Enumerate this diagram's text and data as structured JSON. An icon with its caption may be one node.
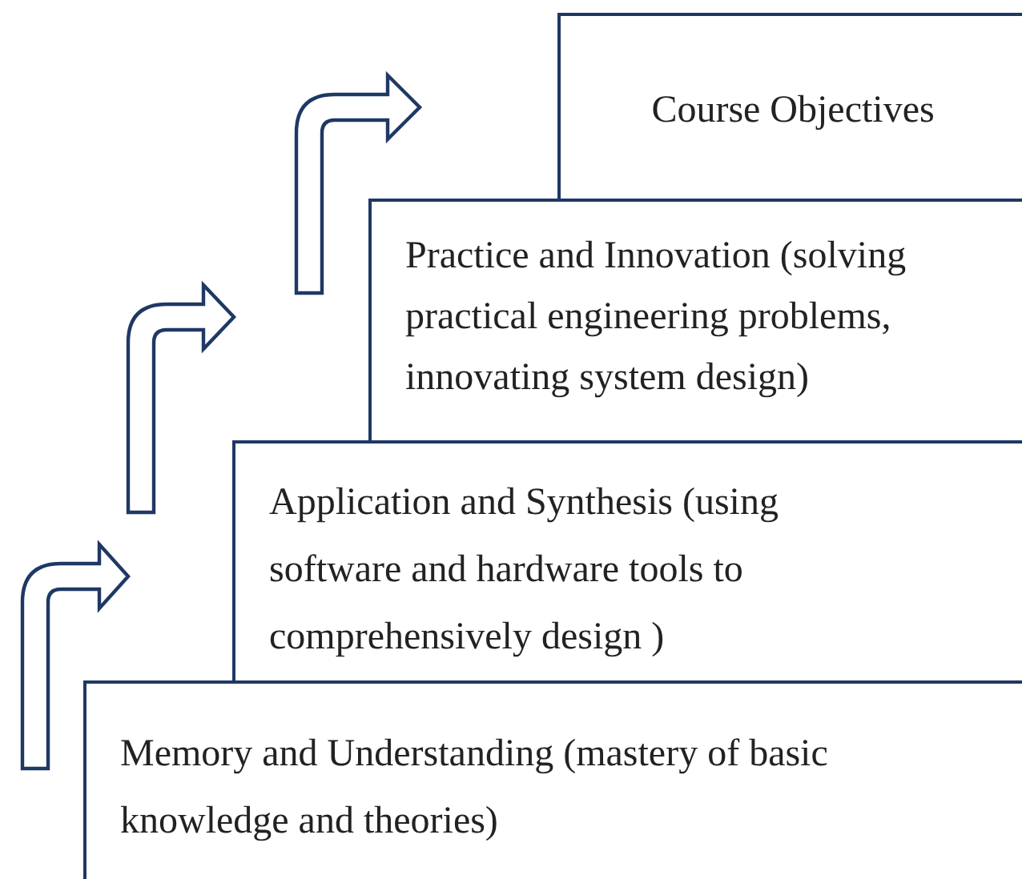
{
  "diagram": {
    "nodes": [
      {
        "text": [
          "Course Objectives"
        ]
      },
      {
        "text": [
          "Practice and Innovation (solving practical engineering problems, innovating system design)"
        ]
      },
      {
        "text": [
          "Application and Synthesis (using software and hardware tools to comprehensively design )"
        ]
      },
      {
        "text": [
          "Memory and Understanding (mastery of basic knowledge and theories)"
        ]
      }
    ],
    "edges": [
      {
        "from": 3,
        "to": 2,
        "arrow": "to"
      },
      {
        "from": 2,
        "to": 1,
        "arrow": "to"
      },
      {
        "from": 1,
        "to": 0,
        "arrow": "to"
      }
    ]
  }
}
